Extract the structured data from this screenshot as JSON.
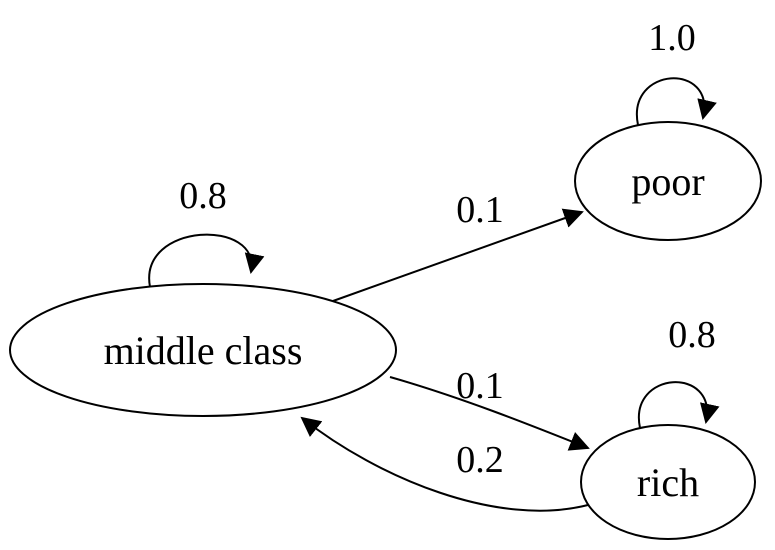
{
  "diagram": {
    "type": "markov-chain-state-diagram",
    "nodes": [
      {
        "id": "middle_class",
        "label": "middle class"
      },
      {
        "id": "poor",
        "label": "poor"
      },
      {
        "id": "rich",
        "label": "rich"
      }
    ],
    "edges": [
      {
        "from": "middle class",
        "to": "middle class",
        "label": "0.8"
      },
      {
        "from": "middle class",
        "to": "poor",
        "label": "0.1"
      },
      {
        "from": "middle class",
        "to": "rich",
        "label": "0.1"
      },
      {
        "from": "rich",
        "to": "middle class",
        "label": "0.2"
      },
      {
        "from": "poor",
        "to": "poor",
        "label": "1.0"
      },
      {
        "from": "rich",
        "to": "rich",
        "label": "0.8"
      }
    ],
    "colors": {
      "node_fill": "#ffffff",
      "stroke": "#000000",
      "text": "#000000",
      "background": "#ffffff"
    }
  }
}
